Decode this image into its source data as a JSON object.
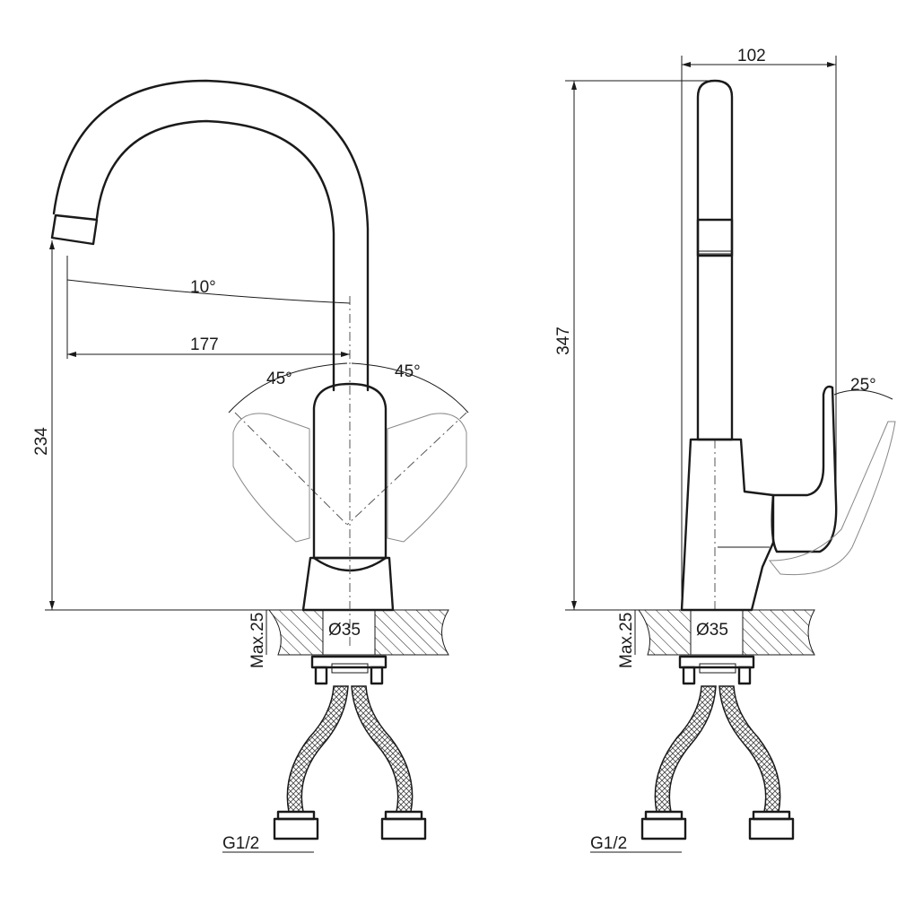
{
  "front_view": {
    "dim_spout_reach": "177",
    "dim_spout_angle": "10°",
    "dim_height": "234",
    "dim_lever_left": "45°",
    "dim_lever_right": "45°",
    "dim_base_diameter": "Ø35",
    "dim_max_thickness": "Max.25",
    "dim_thread": "G1/2"
  },
  "side_view": {
    "dim_depth": "102",
    "dim_total_height": "347",
    "dim_lever_angle": "25°",
    "dim_base_diameter": "Ø35",
    "dim_max_thickness": "Max.25",
    "dim_thread": "G1/2"
  }
}
